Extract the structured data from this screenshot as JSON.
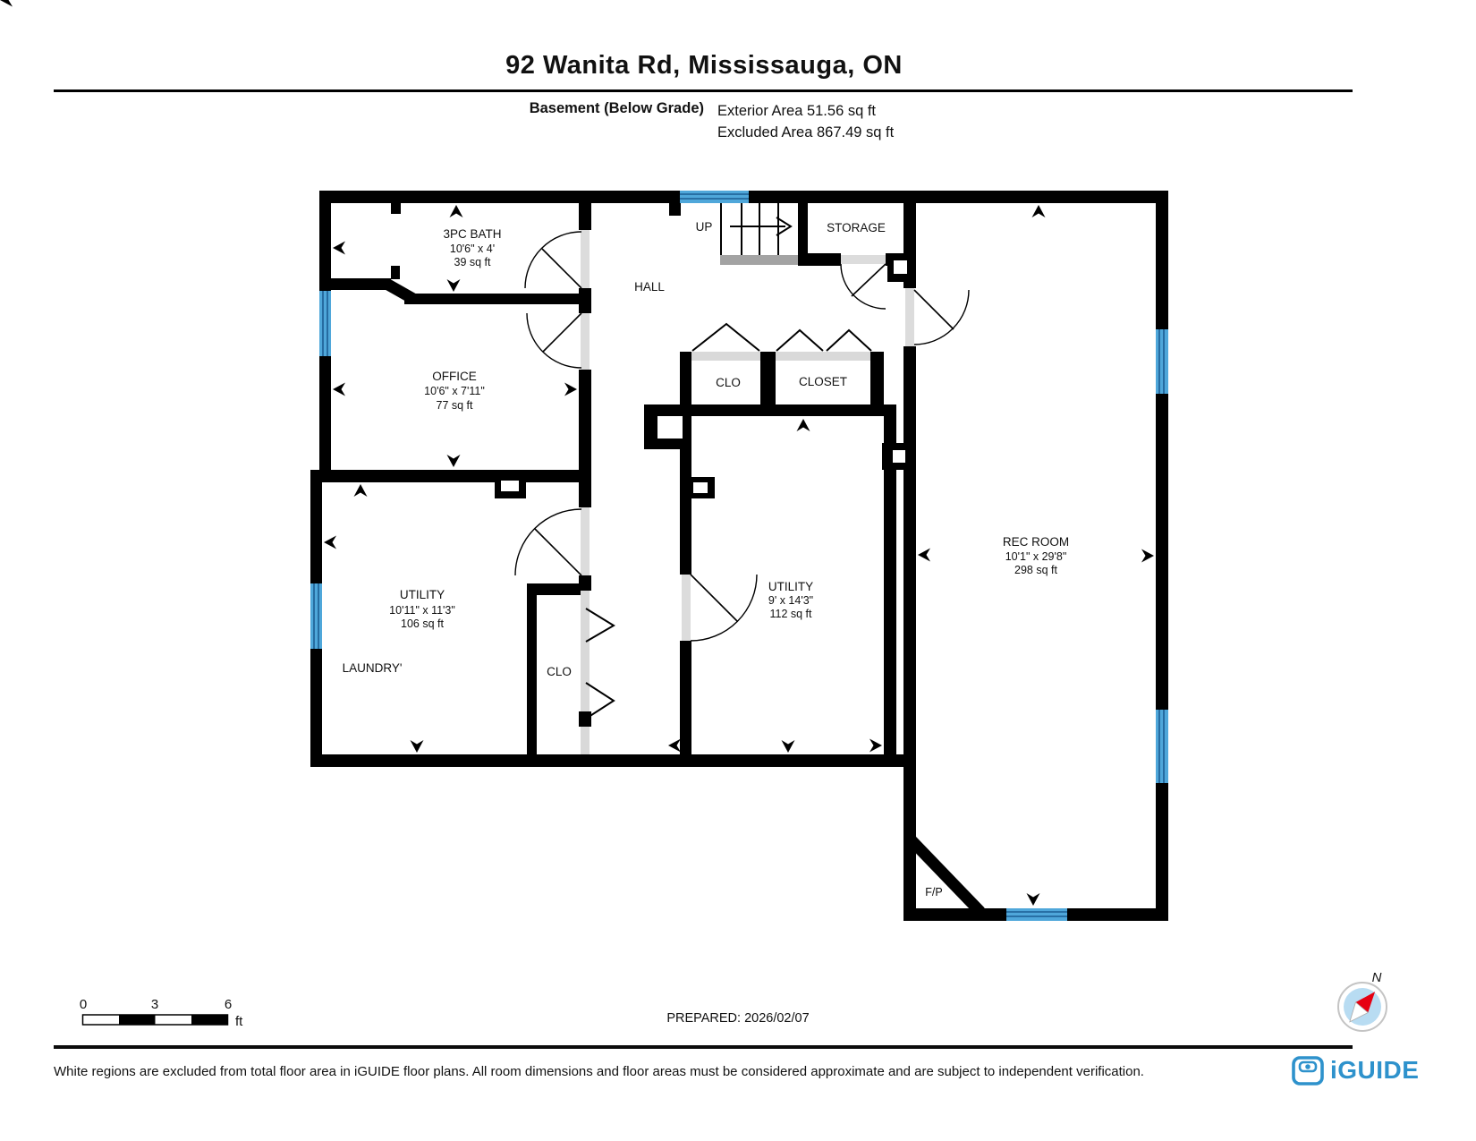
{
  "header": {
    "title": "92 Wanita Rd, Mississauga, ON",
    "floor_label": "Basement (Below Grade)",
    "exterior_area": "Exterior Area 51.56 sq ft",
    "excluded_area": "Excluded Area 867.49 sq ft"
  },
  "plan": {
    "rooms": {
      "bath": {
        "name": "3PC BATH",
        "dims": "10'6\" x 4'",
        "area": "39 sq ft"
      },
      "office": {
        "name": "OFFICE",
        "dims": "10'6\" x 7'11\"",
        "area": "77 sq ft"
      },
      "hall": {
        "name": "HALL"
      },
      "stairs": {
        "label": "UP"
      },
      "storage": {
        "name": "STORAGE"
      },
      "clo_hall": {
        "name": "CLO"
      },
      "closet": {
        "name": "CLOSET"
      },
      "utility_center": {
        "name": "UTILITY",
        "dims": "9' x 14'3\"",
        "area": "112 sq ft"
      },
      "utility_laundry": {
        "name": "UTILITY",
        "dims": "10'11\" x 11'3\"",
        "area": "106 sq ft"
      },
      "laundry": {
        "name": "LAUNDRY'"
      },
      "clo_lower": {
        "name": "CLO"
      },
      "rec_room": {
        "name": "REC ROOM",
        "dims": "10'1\" x 29'8\"",
        "area": "298 sq ft"
      },
      "fireplace": {
        "name": "F/P"
      }
    }
  },
  "scale_bar": {
    "start": "0",
    "mid": "3",
    "end": "6",
    "unit": "ft"
  },
  "prepared_label": "PREPARED: 2026/02/07",
  "compass": {
    "north": "N"
  },
  "footer": {
    "disclaimer": "White regions are excluded from total floor area in iGUIDE floor plans. All room dimensions and floor areas must be considered approximate and are subject to independent verification.",
    "brand": "iGUIDE"
  },
  "colors": {
    "wall": "#000000",
    "window_blue": "#4FA7DA",
    "window_stripe": "#1C5E93",
    "door_gray": "#DCDCDC",
    "landing_gray": "#A3A3A3",
    "brand_blue": "#2E92CC",
    "compass_red": "#E60012",
    "compass_blue": "#B8DCF2"
  }
}
